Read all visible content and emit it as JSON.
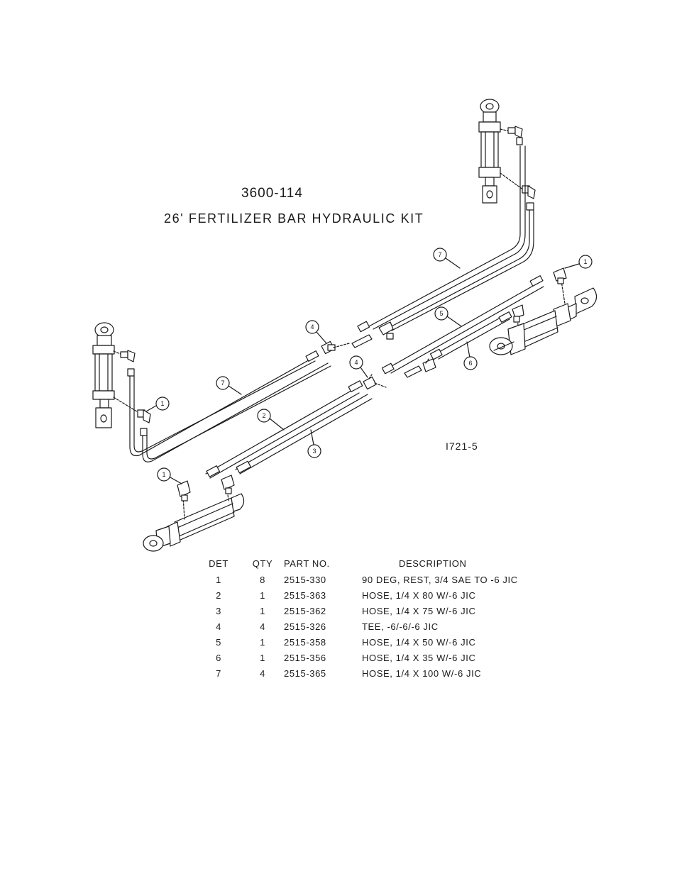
{
  "header": {
    "kit_number": "3600-114",
    "kit_title": "26' FERTILIZER BAR HYDRAULIC KIT"
  },
  "drawing": {
    "drawing_number": "I721-5",
    "callouts": [
      {
        "id": "callout-1-top-right",
        "label": "1"
      },
      {
        "id": "callout-1-left",
        "label": "1"
      },
      {
        "id": "callout-1-bottom",
        "label": "1"
      },
      {
        "id": "callout-2",
        "label": "2"
      },
      {
        "id": "callout-3",
        "label": "3"
      },
      {
        "id": "callout-4-upper",
        "label": "4"
      },
      {
        "id": "callout-4-lower",
        "label": "4"
      },
      {
        "id": "callout-5",
        "label": "5"
      },
      {
        "id": "callout-6",
        "label": "6"
      },
      {
        "id": "callout-7-upper",
        "label": "7"
      },
      {
        "id": "callout-7-lower",
        "label": "7"
      }
    ]
  },
  "parts_table": {
    "headers": {
      "det": "DET",
      "qty": "QTY",
      "part_no": "PART NO.",
      "description": "DESCRIPTION"
    },
    "rows": [
      {
        "det": "1",
        "qty": "8",
        "part_no": "2515-330",
        "description": "90 DEG, REST, 3/4 SAE TO -6 JIC"
      },
      {
        "det": "2",
        "qty": "1",
        "part_no": "2515-363",
        "description": "HOSE, 1/4 X 80 W/-6 JIC"
      },
      {
        "det": "3",
        "qty": "1",
        "part_no": "2515-362",
        "description": "HOSE, 1/4 X 75 W/-6 JIC"
      },
      {
        "det": "4",
        "qty": "4",
        "part_no": "2515-326",
        "description": "TEE, -6/-6/-6 JIC"
      },
      {
        "det": "5",
        "qty": "1",
        "part_no": "2515-358",
        "description": "HOSE, 1/4 X 50 W/-6 JIC"
      },
      {
        "det": "6",
        "qty": "1",
        "part_no": "2515-356",
        "description": "HOSE, 1/4 X 35 W/-6 JIC"
      },
      {
        "det": "7",
        "qty": "4",
        "part_no": "2515-365",
        "description": "HOSE, 1/4 X 100 W/-6 JIC"
      }
    ]
  }
}
